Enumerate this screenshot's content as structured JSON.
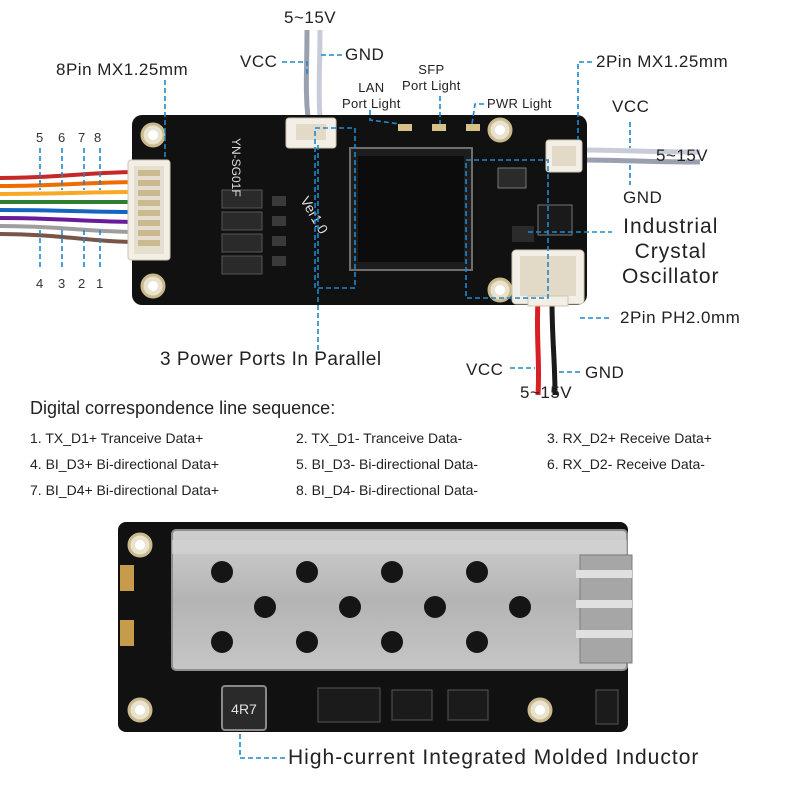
{
  "top_labels": {
    "voltage_top": "5~15V",
    "vcc_top": "VCC",
    "gnd_top": "GND",
    "connector_8pin": "8Pin MX1.25mm",
    "lan_light": "LAN\nPort Light",
    "lan_light_line1": "LAN",
    "lan_light_line2": "Port Light",
    "sfp_light_line1": "SFP",
    "sfp_light_line2": "Port Light",
    "pwr_light": "PWR Light",
    "connector_2pin_mx": "2Pin MX1.25mm",
    "vcc_right": "VCC",
    "voltage_right": "5~15V",
    "gnd_right": "GND",
    "crystal_line1": "Industrial",
    "crystal_line2": "Crystal",
    "crystal_line3": "Oscillator",
    "connector_2pin_ph": "2Pin PH2.0mm",
    "vcc_bottom": "VCC",
    "gnd_bottom": "GND",
    "voltage_bottom": "5~15V",
    "power_ports": "3 Power Ports In Parallel",
    "pins_top": [
      "5",
      "6",
      "7",
      "8"
    ],
    "pins_bottom": [
      "4",
      "3",
      "2",
      "1"
    ]
  },
  "board_silkscreen": {
    "model": "YN-SG01F",
    "version": "Ver1.0",
    "inductor": "4R7"
  },
  "legend": {
    "title": "Digital correspondence line sequence:",
    "rows": [
      [
        "1. TX_D1+  Tranceive Data+",
        "2. TX_D1-   Tranceive Data-",
        "3. RX_D2+  Receive Data+"
      ],
      [
        "4. BI_D3+  Bi-directional Data+",
        "5. BI_D3-   Bi-directional Data-",
        "6. RX_D2-   Receive Data-"
      ],
      [
        "7. BI_D4+  Bi-directional Data+",
        "8. BI_D4-   Bi-directional Data-",
        ""
      ]
    ]
  },
  "bottom_label": "High-current Integrated Molded Inductor",
  "colors": {
    "pcb": "#111111",
    "leader": "#1e88c8",
    "cage": "#b9b9b9",
    "wire_red": "#d81f26",
    "wire_black": "#1a1a1a"
  }
}
